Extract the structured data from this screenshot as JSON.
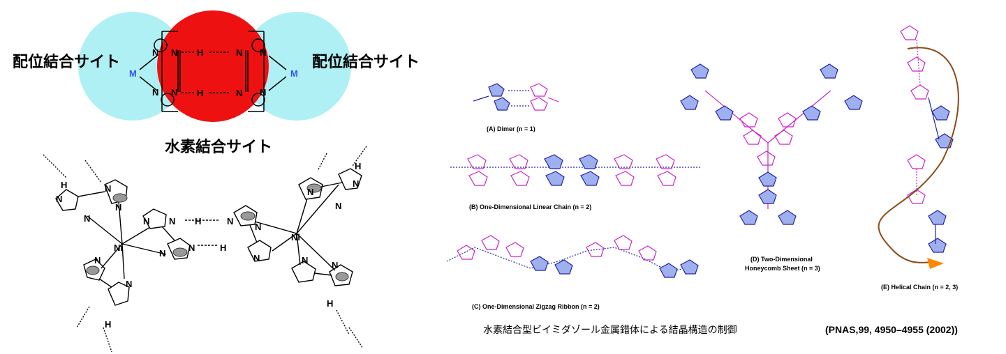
{
  "labels": {
    "coord_site_left": "配位結合サイト",
    "coord_site_right": "配位結合サイト",
    "hbond_site": "水素結合サイト",
    "metal_left": "M",
    "metal_right": "M",
    "ni_left": "Ni",
    "ni_right": "Ni",
    "atom_n": "N",
    "atom_h": "H"
  },
  "captions": {
    "a": "(A) Dimer (n = 1)",
    "b": "(B) One-Dimensional Linear Chain (n = 2)",
    "c": "(C) One-Dimensional Zigzag Ribbon (n = 2)",
    "d_line1": "(D) Two-Dimensional",
    "d_line2": "Honeycomb Sheet (n = 3)",
    "e": "(E) Helical Chain (n = 2, 3)"
  },
  "footer": {
    "title": "水素結合型ビイミダゾール金属錯体による結晶構造の制御",
    "ref": "(PNAS,99, 4950–4955 (2002))"
  },
  "colors": {
    "cyan": "#aef0f4",
    "red": "#ee1111",
    "blue": "#2222aa",
    "magenta": "#cc22cc",
    "arrow": "#8b4a14",
    "arrowhead": "#ff8800"
  }
}
